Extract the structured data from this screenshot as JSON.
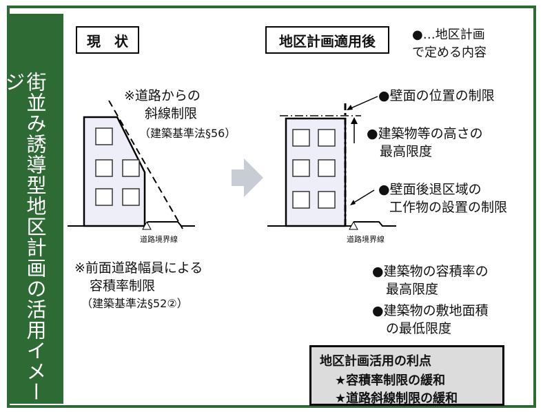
{
  "side_title": "街並み誘導型地区計画の活用イメージ",
  "current": {
    "header": "現　状",
    "note1_l1": "※道路からの",
    "note1_l2": "斜線制限",
    "note1_l3": "（建築基準法§56）",
    "boundary": "道路境界線",
    "note2_l1": "※前面道路幅員による",
    "note2_l2": "容積率制限",
    "note2_l3": "（建築基準法§52②）"
  },
  "after": {
    "header": "地区計画適用後",
    "legend_l1": "●…地区計画",
    "legend_l2": "で定める内容",
    "item1": "●壁面の位置の制限",
    "item2_l1": "●建築物等の高さの",
    "item2_l2": "最高限度",
    "item3_l1": "●壁面後退区域の",
    "item3_l2": "工作物の設置の制限",
    "boundary": "道路境界線",
    "item4_l1": "●建築物の容積率の",
    "item4_l2": "最高限度",
    "item5_l1": "●建築物の敷地面積",
    "item5_l2": "の最低限度"
  },
  "merits": {
    "title": "地区計画活用の利点",
    "item1": "★容積率制限の緩和",
    "item2": "★道路斜線制限の緩和"
  },
  "colors": {
    "frame_green": "#2e6b34",
    "building_fill": "#eeeef8",
    "arrow_gray": "#c8ccd4"
  }
}
